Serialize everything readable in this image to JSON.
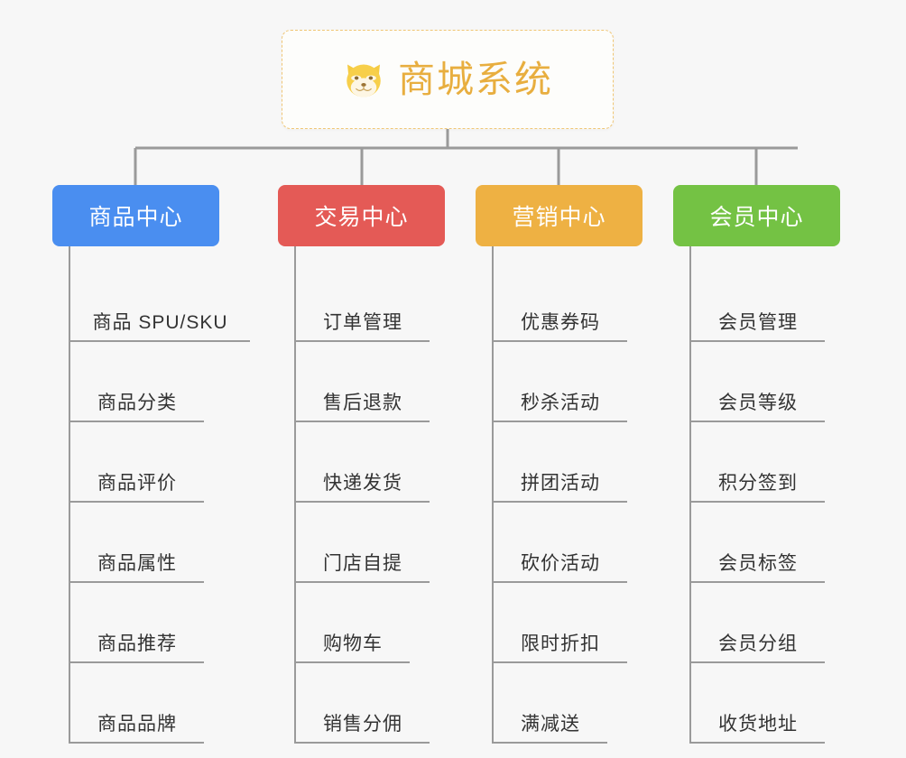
{
  "root": {
    "title": "商城系统",
    "icon": "shiba-dog-icon",
    "title_color": "#e8ae3f",
    "border_color": "#f0c674",
    "background": "#fdfdfb"
  },
  "canvas": {
    "background": "#f7f7f7",
    "connector_color": "#9a9a9a"
  },
  "branches": [
    {
      "label": "商品中心",
      "color": "#4a8ef0",
      "items": [
        "商品 SPU/SKU",
        "商品分类",
        "商品评价",
        "商品属性",
        "商品推荐",
        "商品品牌"
      ]
    },
    {
      "label": "交易中心",
      "color": "#e45a56",
      "items": [
        "订单管理",
        "售后退款",
        "快递发货",
        "门店自提",
        "购物车",
        "销售分佣"
      ]
    },
    {
      "label": "营销中心",
      "color": "#eeb143",
      "items": [
        "优惠券码",
        "秒杀活动",
        "拼团活动",
        "砍价活动",
        "限时折扣",
        "满减送"
      ]
    },
    {
      "label": "会员中心",
      "color": "#74c244",
      "items": [
        "会员管理",
        "会员等级",
        "积分签到",
        "会员标签",
        "会员分组",
        "收货地址"
      ]
    }
  ]
}
